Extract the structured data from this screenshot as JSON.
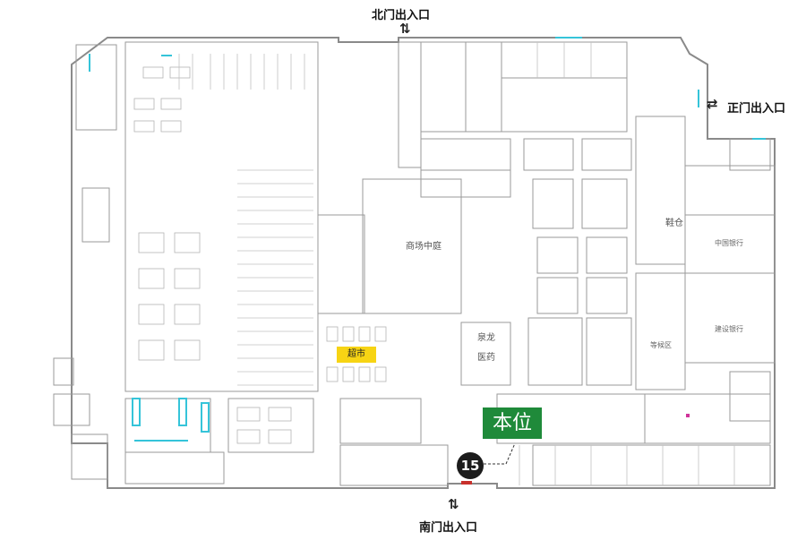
{
  "entrances": {
    "north": {
      "label": "北门出入口",
      "arrow": "⇅"
    },
    "east": {
      "label": "正门出入口",
      "arrow": "⇄"
    },
    "south": {
      "label": "南门出入口",
      "arrow": "⇅"
    }
  },
  "marker": {
    "label": "本位",
    "booth_number": "15"
  },
  "zones": {
    "courtyard": "商场中庭",
    "supermarket": "超市",
    "pharmacy_line1": "泉龙",
    "pharmacy_line2": "医药",
    "bank": "中国银行",
    "construction_bank": "建设银行",
    "waiting_area": "等候区",
    "shoe_store": "鞋仓"
  },
  "colors": {
    "marker": "#1f8a3a",
    "supermarket_tag": "#f7d414",
    "booth": "#1c1c1c"
  }
}
